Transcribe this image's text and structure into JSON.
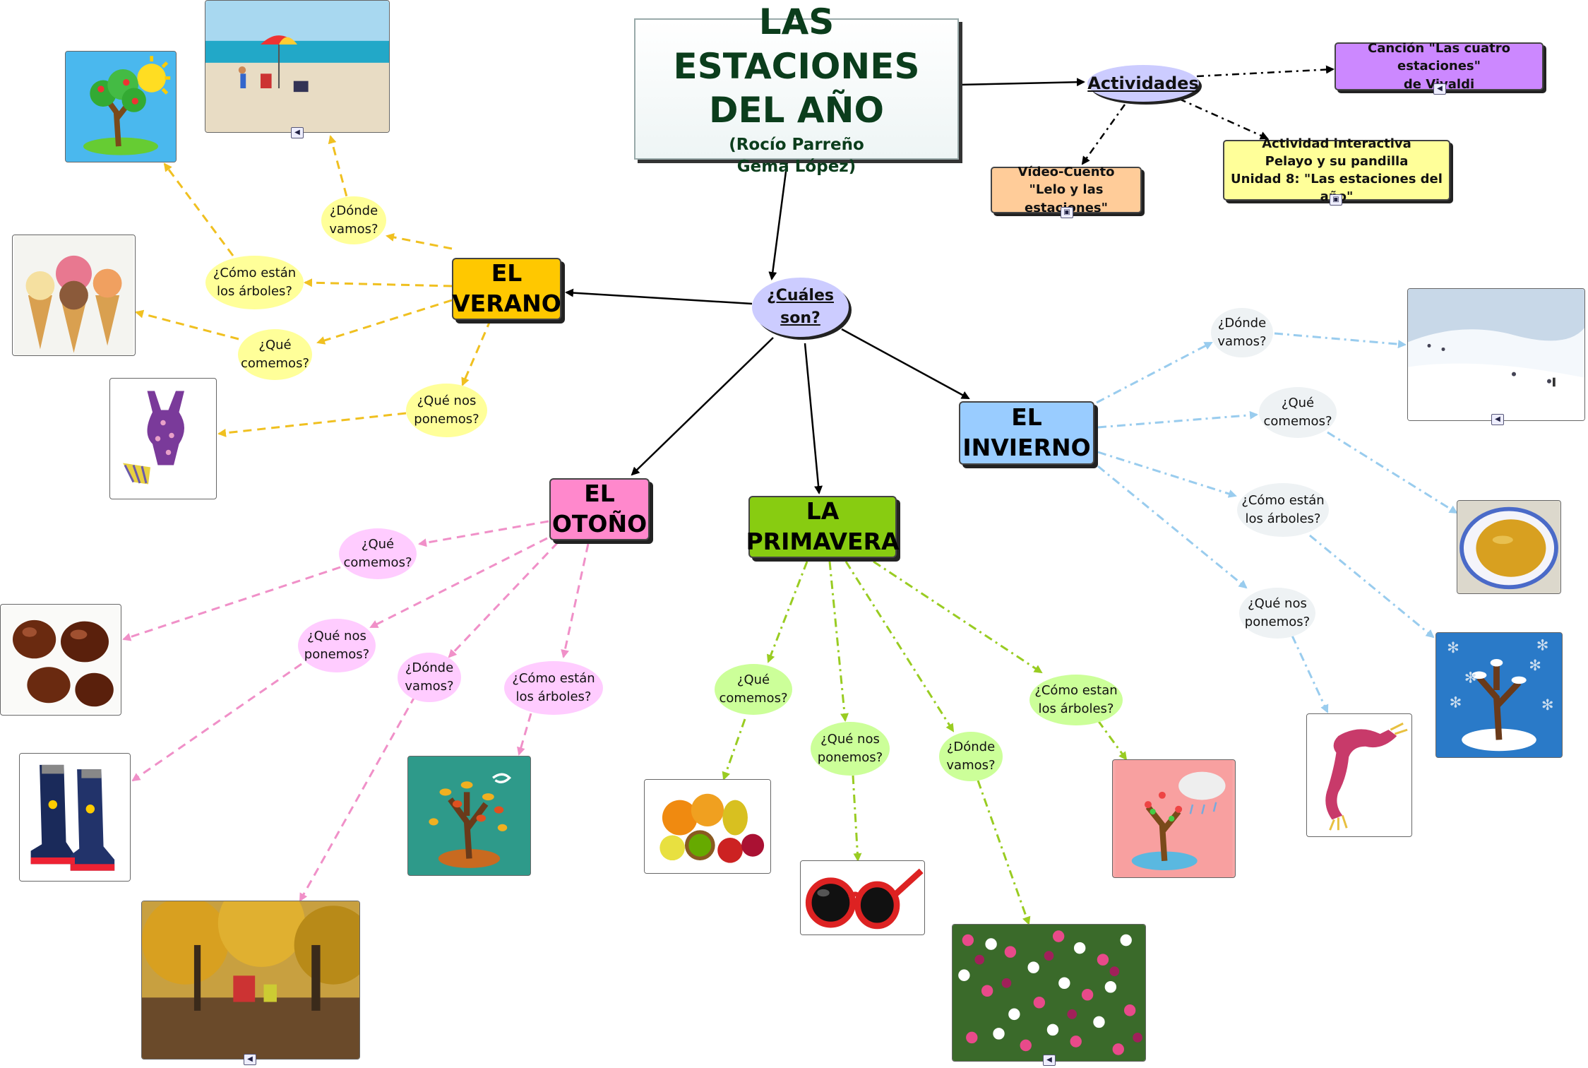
{
  "title": {
    "line1": "LAS ESTACIONES",
    "line2": "DEL AÑO",
    "authors1": "(Rocío Parreño",
    "authors2": "Gema López)"
  },
  "center_question": "¿Cuáles\nson?",
  "activities": {
    "hub": "Actividades",
    "vivaldi": "Canción \"Las cuatro estaciones\"\nde Vivaldi",
    "video": "Vídeo-Cuento\n\"Lelo y las estaciones\"",
    "interactive": "Actividad interactiva\nPelayo y su pandilla\nUnidad 8: \"Las estaciones del año\""
  },
  "seasons": {
    "verano": "EL\nVERANO",
    "otono": "EL\nOTOÑO",
    "primavera": "LA\nPRIMAVERA",
    "invierno": "EL\nINVIERNO"
  },
  "questions": {
    "verano_donde": "¿Dónde\nvamos?",
    "verano_arboles": "¿Cómo están\nlos árboles?",
    "verano_comemos": "¿Qué\ncomemos?",
    "verano_ponemos": "¿Qué nos\nponemos?",
    "otono_comemos": "¿Qué\ncomemos?",
    "otono_ponemos": "¿Qué nos\nponemos?",
    "otono_donde": "¿Dónde\nvamos?",
    "otono_arboles": "¿Cómo están\nlos árboles?",
    "primavera_comemos": "¿Qué\ncomemos?",
    "primavera_ponemos": "¿Qué nos\nponemos?",
    "primavera_donde": "¿Dónde\nvamos?",
    "primavera_arboles": "¿Cómo estan\nlos árboles?",
    "invierno_donde": "¿Dónde\nvamos?",
    "invierno_comemos": "¿Qué\ncomemos?",
    "invierno_arboles": "¿Cómo están\nlos árboles?",
    "invierno_ponemos": "¿Qué nos\nponemos?"
  },
  "colors": {
    "verano": "#ffc800",
    "verano_line": "#f0c020",
    "verano_q": "#ffff99",
    "otono": "#ff88cc",
    "otono_line": "#f090c8",
    "otono_q": "#ffccff",
    "primavera": "#88cc11",
    "primavera_line": "#99cc22",
    "primavera_q": "#ccff99",
    "invierno": "#99ccff",
    "invierno_line": "#99ccee",
    "invierno_q": "#eef2f4",
    "center_q": "#ccccff",
    "vivaldi": "#cc88ff",
    "video": "#ffcc99",
    "interactive": "#ffff99"
  },
  "pictures": [
    "tree-sun-icon",
    "beach-photo",
    "ice-cream-photo",
    "swimsuit-icon",
    "chestnuts-photo",
    "rain-boots-photo",
    "autumn-park-photo",
    "autumn-tree-icon",
    "fruit-photo",
    "sunglasses-icon",
    "flower-field-photo",
    "spring-tree-icon",
    "snow-mountain-photo",
    "soup-bowl-photo",
    "winter-tree-icon",
    "scarf-icon"
  ]
}
